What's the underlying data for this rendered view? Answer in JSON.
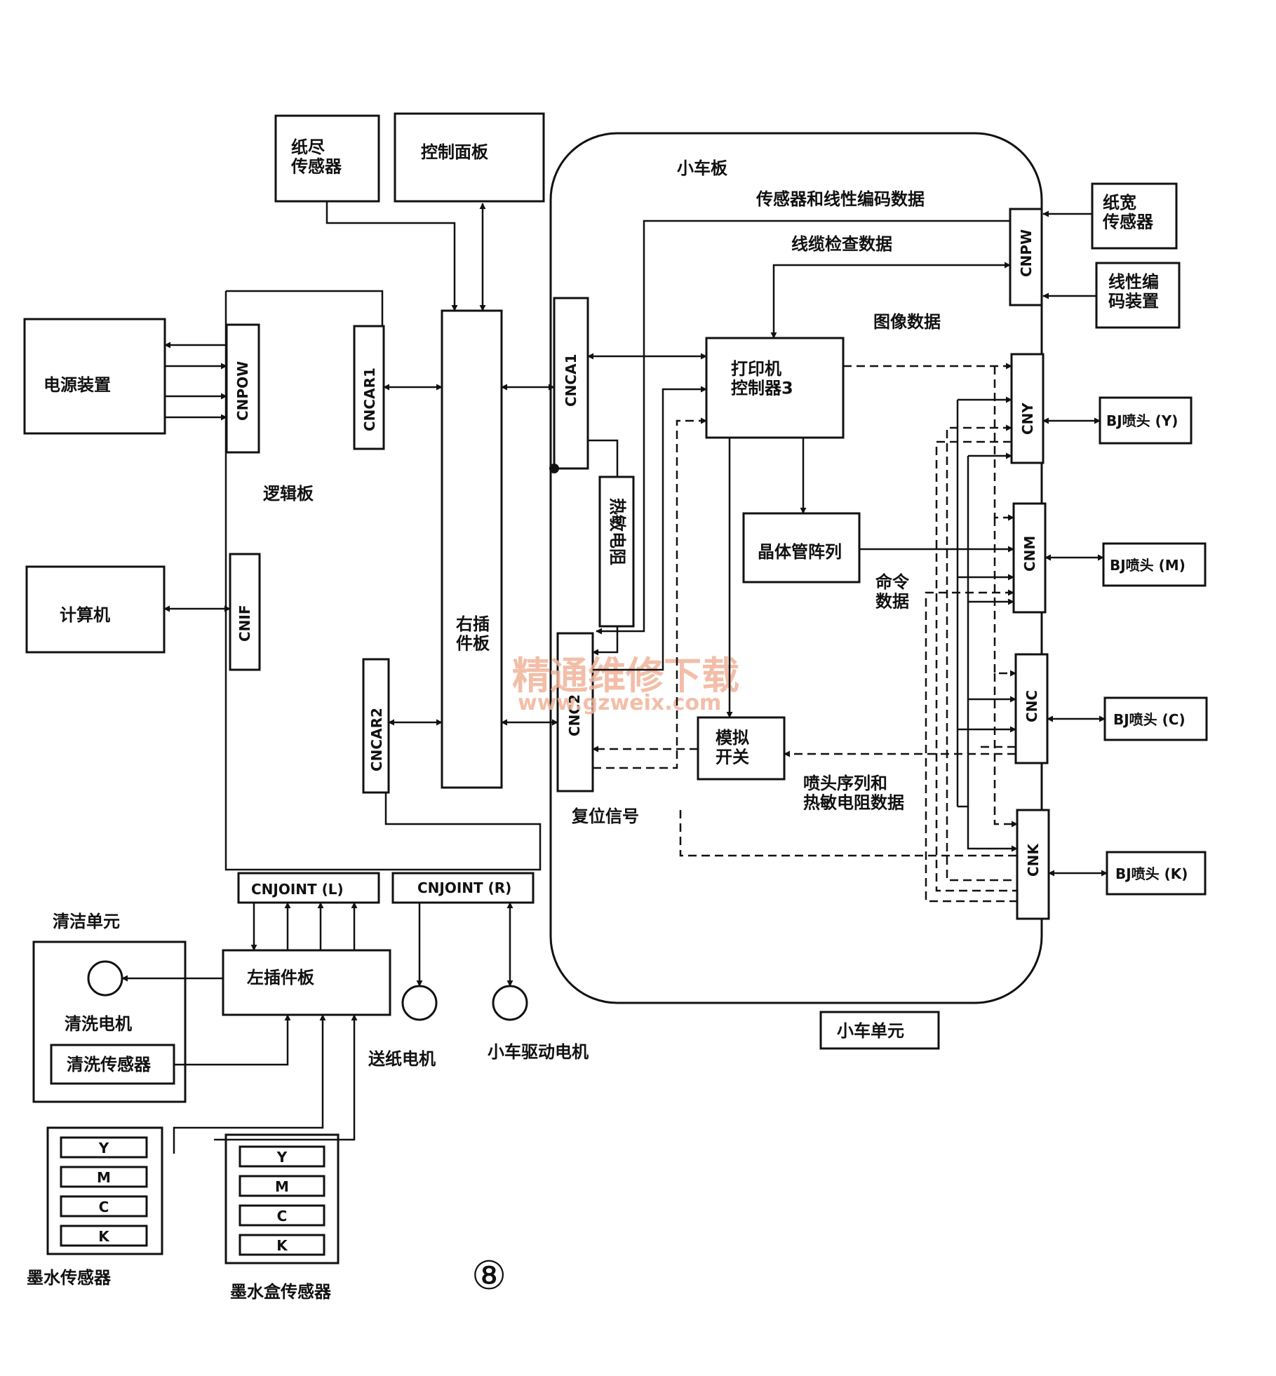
{
  "boxes": {
    "paper_end_sensor": "纸尽\n传感器",
    "control_panel": "控制面板",
    "power_unit": "电源装置",
    "computer": "计算机",
    "right_relay_board": "右插\n件板",
    "thermistor": "热敏电阻",
    "printer_controller": "打印机\n控制器3",
    "transistor_array": "晶体管阵列",
    "analog_switch": "模拟\n开关",
    "paper_width_sensor": "纸宽\n传感器",
    "linear_encoder": "线性编\n码装置",
    "left_relay_board": "左插件板",
    "cleaning_sensor": "清洗传感器",
    "carriage_unit": "小车单元"
  },
  "connectors": {
    "cnpow": "CNPOW",
    "cnif": "CNIF",
    "cncar1": "CNCAR1",
    "cncar2": "CNCAR2",
    "cnca1": "CNCA1",
    "cnc2": "CNC2",
    "cnpw": "CNPW",
    "cny": "CNY",
    "cnm": "CNM",
    "cnc": "CNC",
    "cnk": "CNK",
    "cnjoint_l": "CNJOINT (L)",
    "cnjoint_r": "CNJOINT (R)"
  },
  "heads": {
    "y": "BJ喷头 (Y)",
    "m": "BJ喷头 (M)",
    "c": "BJ喷头 (C)",
    "k": "BJ喷头 (K)"
  },
  "labels": {
    "carriage_board": "小车板",
    "sensor_encoder_data": "传感器和线性编码数据",
    "cable_check_data": "线缆检查数据",
    "image_data": "图像数据",
    "logic_board": "逻辑板",
    "command_data": "命令\n数据",
    "nozzle_thermistor_data": "喷头序列和\n热敏电阻数据",
    "reset_signal": "复位信号",
    "cleaning_unit": "清洁单元",
    "cleaning_motor": "清洗电机",
    "paper_feed_motor": "送纸电机",
    "carriage_motor": "小车驱动电机",
    "ink_sensor": "墨水传感器",
    "ink_tank_sensor": "墨水盒传感器",
    "figure_number": "⑧"
  },
  "ink_colors": [
    "Y",
    "M",
    "C",
    "K"
  ],
  "watermark": {
    "title": "精通维修下载",
    "url": "www.gzweix.com"
  }
}
